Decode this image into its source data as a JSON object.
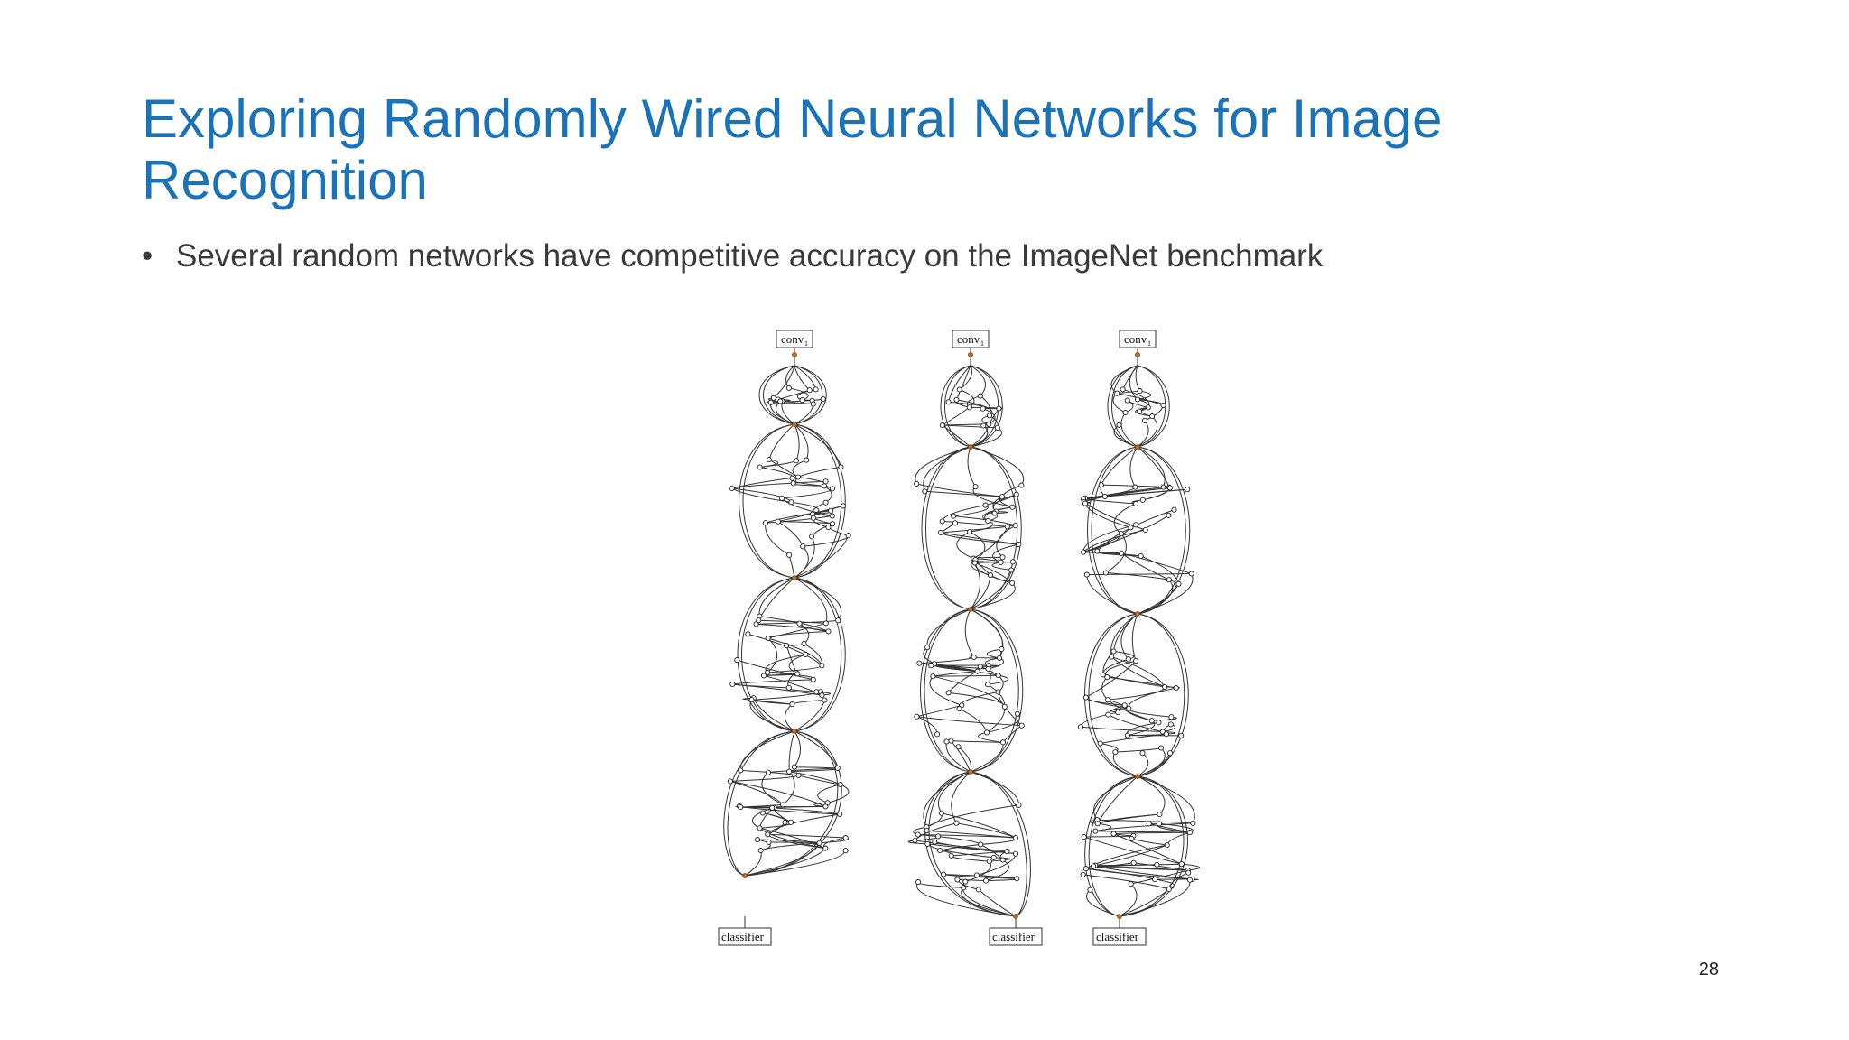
{
  "slide": {
    "title_line1": "Exploring Randomly Wired Neural Networks for Image",
    "title_line2": "Recognition",
    "bullet_symbol": "•",
    "bullet_text": "Several random networks have competitive accuracy on the ImageNet benchmark",
    "page_number": "28",
    "title_color": "#1a73b8"
  },
  "figure": {
    "networks": [
      {
        "input_label": "conv",
        "input_subscript": "1",
        "output_label": "classifier"
      },
      {
        "input_label": "conv",
        "input_subscript": "1",
        "output_label": "classifier"
      },
      {
        "input_label": "conv",
        "input_subscript": "1",
        "output_label": "classifier"
      }
    ]
  }
}
